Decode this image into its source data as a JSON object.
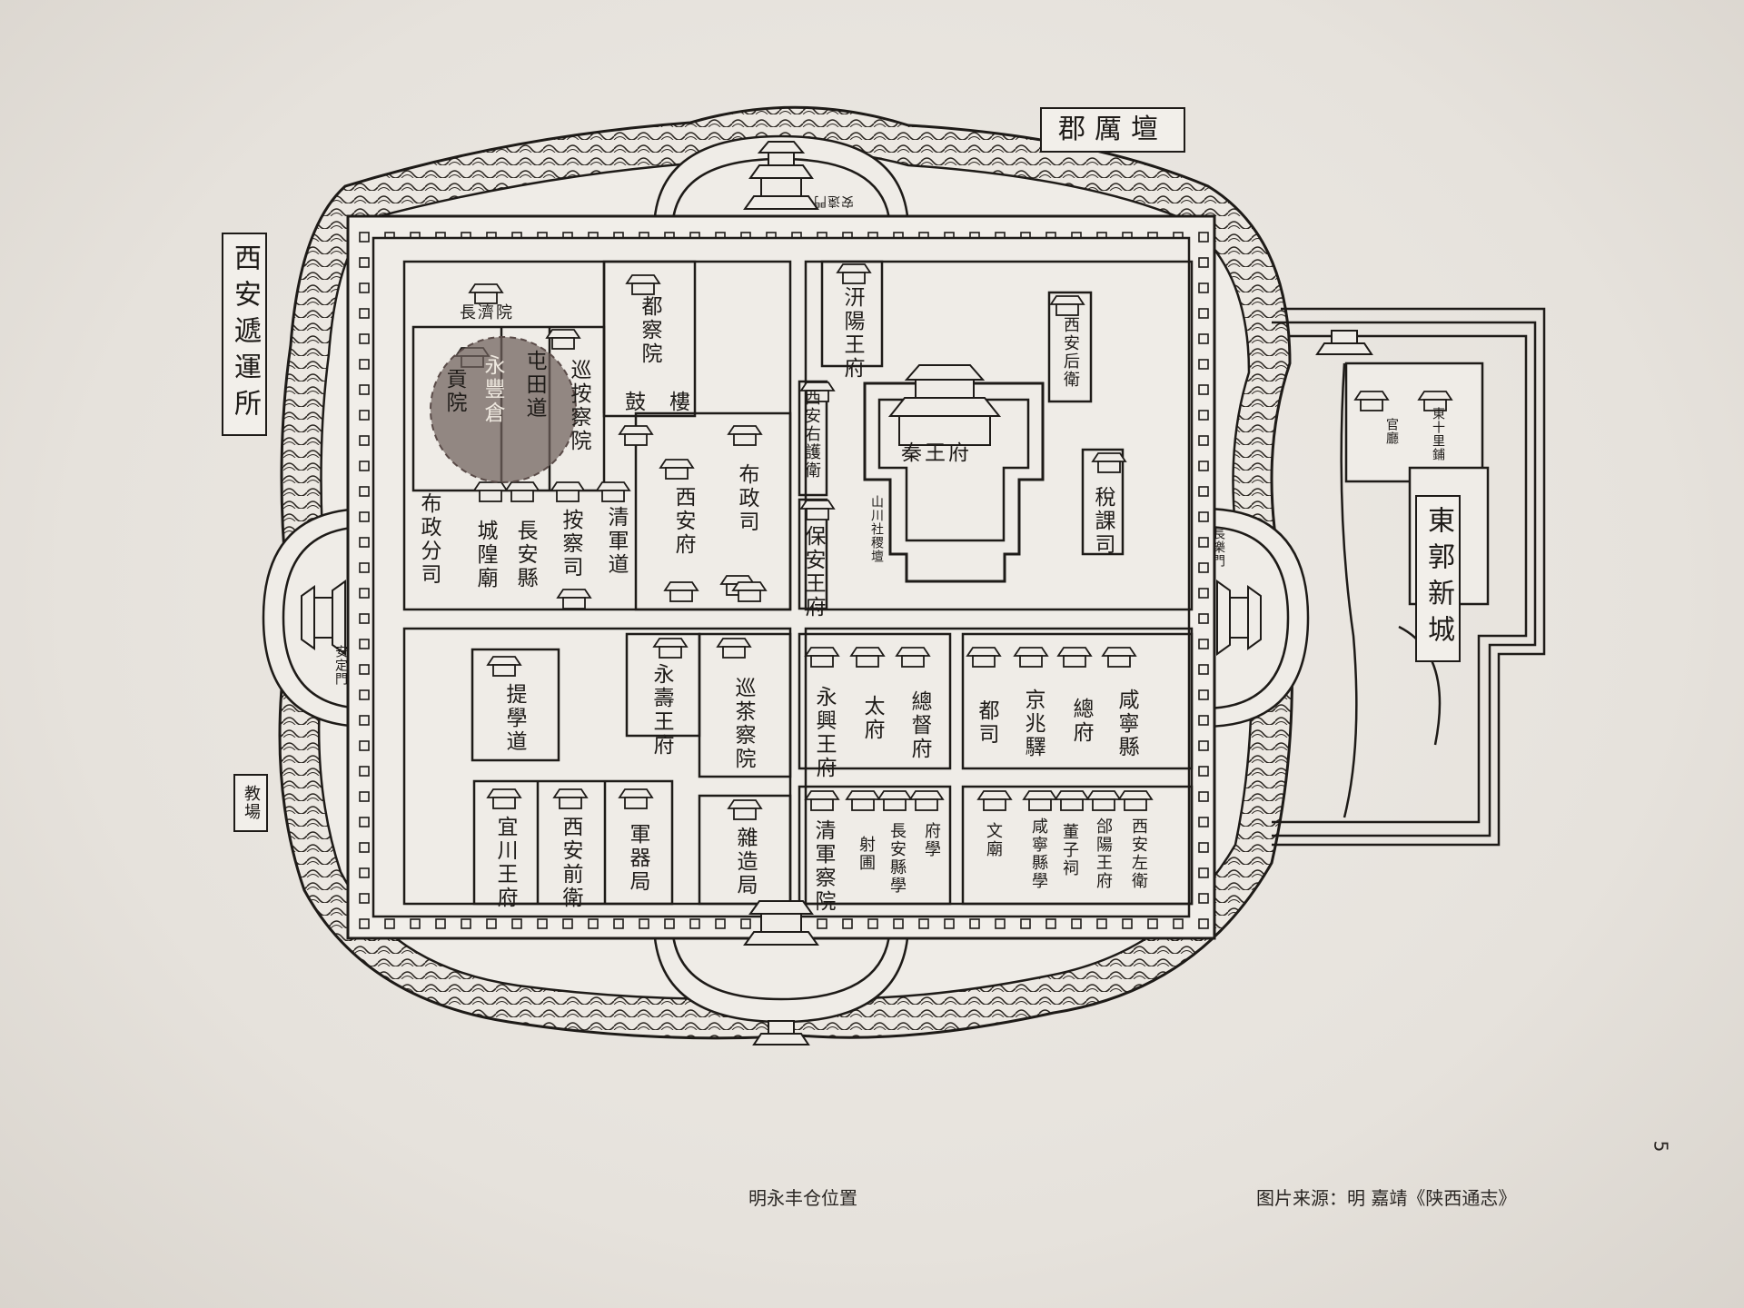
{
  "map": {
    "outside": {
      "top_right": "郡厲壇",
      "left_upper": "西安遞運所",
      "left_lower": "教場"
    },
    "gates": {
      "north": "安遠門",
      "west": "安定門",
      "east": "長樂門"
    },
    "east_suburb": {
      "name": "東郭新城",
      "buildings": [
        "官廳",
        "東十里鋪"
      ]
    },
    "labels": {
      "changji": "長濟院",
      "gongyuan": "貢院",
      "yongfengcang": "永豐倉",
      "tuntiandao": "屯田道",
      "xunanchayuan": "巡按察院",
      "duchayuan": "都察院",
      "gulou": "鼓樓",
      "qianyang": "汧陽王府",
      "xianhouwei": "西安后衛",
      "xianyouhu": "西安右護衛",
      "qinwangfu": "秦王府",
      "shanchuan": "山川社稷壇",
      "shuikesi": "稅課司",
      "xiananfu": "西安府",
      "buzhengsi": "布政司",
      "baoanwang": "保安王府",
      "buzhengfensi": "布政分司",
      "chenghuangmiao": "城隍廟",
      "changanxian": "長安縣",
      "anchasi": "按察司",
      "qingjundao": "清軍道",
      "tixuedao": "提學道",
      "yongshouwang": "永壽王府",
      "xunchachayuan": "巡茶察院",
      "yongxingwang": "永興王府",
      "taifu": "太府",
      "zongdufu": "總督府",
      "dusi": "都司",
      "jingzhaoyi": "京兆驛",
      "zongfu": "總府",
      "xianningxian": "咸寧縣",
      "yichuanwang": "宜川王府",
      "xianqianwei": "西安前衛",
      "junqiju": "軍器局",
      "zaoju": "雜造局",
      "qingjunchayuan": "清軍察院",
      "shepu": "射圃",
      "changanxianxue": "長安縣學",
      "fuxue": "府學",
      "wenmiao": "文廟",
      "xianningxianxue": "咸寧縣學",
      "dongzici": "董子祠",
      "heyangwang": "郃陽王府",
      "xianzuowei": "西安左衛"
    }
  },
  "page": {
    "caption": "明永丰仓位置",
    "source": "图片来源：明 嘉靖《陕西通志》",
    "number": "5"
  },
  "colors": {
    "ink": "#1e1b18",
    "paper": "#efece7",
    "highlight": "#7a6a66"
  }
}
